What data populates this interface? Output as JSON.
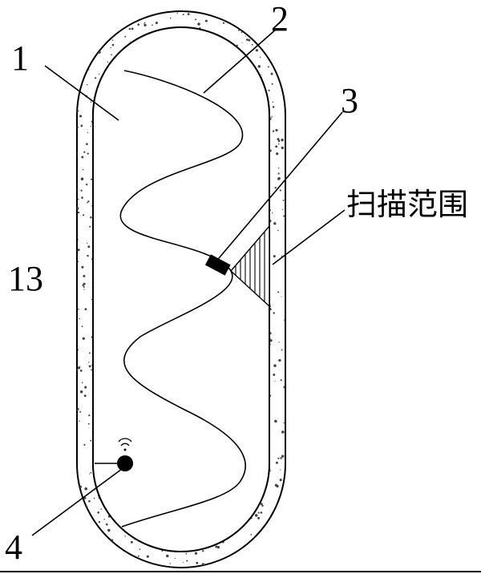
{
  "labels": {
    "l1": "1",
    "l2": "2",
    "l3": "3",
    "l4": "4",
    "l13": "13",
    "scan_range": "扫描范围"
  },
  "colors": {
    "line": "#000000",
    "background": "#ffffff",
    "speckle": "#444444"
  }
}
